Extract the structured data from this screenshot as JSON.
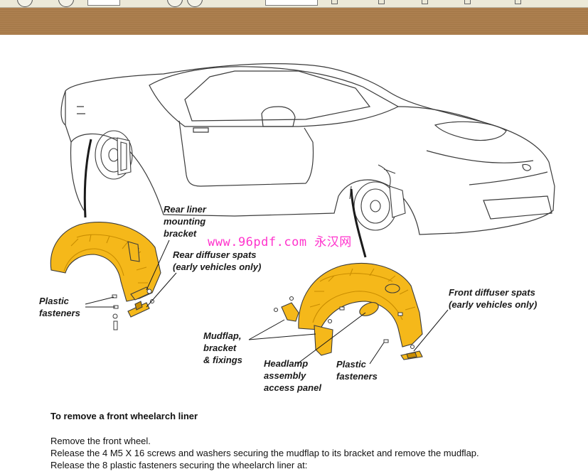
{
  "figure": {
    "labels": {
      "rear_liner_bracket": "Rear liner\nmounting\nbracket",
      "rear_diffuser_spats": "Rear diffuser spats\n(early vehicles only)",
      "plastic_fasteners_left": "Plastic\nfasteners",
      "front_diffuser_spats": "Front diffuser spats\n(early vehicles only)",
      "mudflap": "Mudflap,\nbracket\n& fixings",
      "headlamp_panel": "Headlamp\nassembly\naccess panel",
      "plastic_fasteners_right": "Plastic\nfasteners"
    },
    "watermark": "www.96pdf.com 永汉网",
    "colors": {
      "liner": "#f5b81a",
      "liner_rib": "#c98d00",
      "outline": "#3b3b3b"
    }
  },
  "section": {
    "heading": "To remove a front wheelarch liner",
    "steps": [
      "Remove the front wheel.",
      "Release the 4 M5 X 16 screws and washers securing the mudflap to its bracket and remove the mudflap.",
      "Release the 8 plastic fasteners securing the wheelarch liner at:"
    ]
  }
}
